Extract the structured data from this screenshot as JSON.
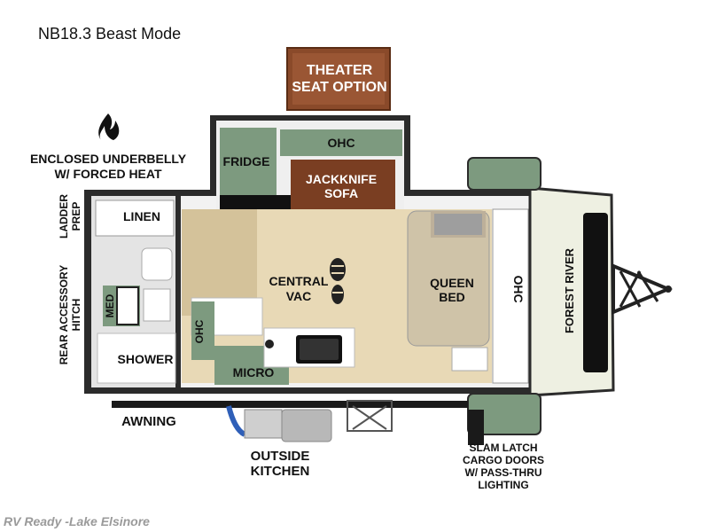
{
  "title": "NB18.3 Beast Mode",
  "watermark": "RV Ready -Lake Elsinore",
  "brand": "FOREST RIVER",
  "labels": {
    "theater_line1": "THEATER",
    "theater_line2": "SEAT OPTION",
    "underbelly_line1": "ENCLOSED UNDERBELLY",
    "underbelly_line2": "W/ FORCED HEAT",
    "fridge": "FRIDGE",
    "ohc_top": "OHC",
    "sofa_line1": "JACKKNIFE",
    "sofa_line2": "SOFA",
    "linen": "LINEN",
    "ladder_line1": "LADDER",
    "ladder_line2": "PREP",
    "hitch_line1": "REAR ACCESSORY",
    "hitch_line2": "HITCH",
    "med": "MED",
    "shower": "SHOWER",
    "central_vac_line1": "CENTRAL",
    "central_vac_line2": "VAC",
    "queen_line1": "QUEEN",
    "queen_line2": "BED",
    "ohc_front": "OHC",
    "ohc_kitchen": "OHC",
    "micro": "MICRO",
    "awning": "AWNING",
    "outside_kitchen_line1": "OUTSIDE",
    "outside_kitchen_line2": "KITCHEN",
    "cargo_line1": "SLAM LATCH",
    "cargo_line2": "CARGO DOORS",
    "cargo_line3": "W/ PASS-THRU",
    "cargo_line4": "LIGHTING"
  },
  "colors": {
    "cabinet_green": "#7d9a7f",
    "sofa_brown": "#7a3e22",
    "floor_wood": "#e8d9b6",
    "wall_dark": "#2b2b2b",
    "front_cap": "#eef0e2"
  }
}
